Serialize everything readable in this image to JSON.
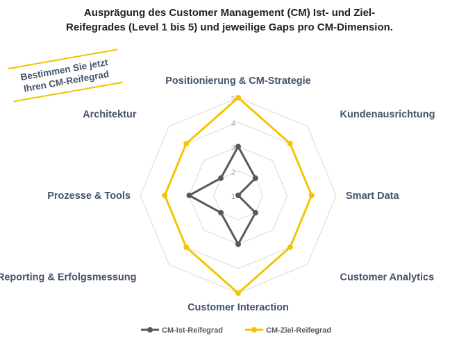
{
  "chart_data": {
    "type": "radar",
    "title": "Ausprägung des Customer Management (CM) Ist- und Ziel-Reifegrades (Level 1 bis 5) und jeweilige Gaps pro CM-Dimension.",
    "title_lines": [
      "Ausprägung des Customer Management (CM) Ist- und Ziel-",
      "Reifegrades (Level 1 bis 5) und jeweilige Gaps pro CM-Dimension."
    ],
    "categories": [
      "Positionierung & CM-Strategie",
      "Kundenausrichtung",
      "Smart Data",
      "Customer Analytics",
      "Customer Interaction",
      "Reporting & Erfolgsmessung",
      "Prozesse & Tools",
      "Architektur"
    ],
    "series": [
      {
        "name": "CM-Ist-Reifegrad",
        "color": "#595959",
        "values": [
          3,
          2,
          1,
          2,
          3,
          2,
          3,
          2
        ]
      },
      {
        "name": "CM-Ziel-Reifegrad",
        "color": "#f5c400",
        "values": [
          5,
          4,
          4,
          4,
          5,
          4,
          4,
          4
        ]
      }
    ],
    "rlim": [
      1,
      5
    ],
    "ticks": [
      "1",
      "2",
      "3",
      "4",
      "5"
    ],
    "legend": "bottom"
  },
  "cta": {
    "line1": "Bestimmen Sie jetzt",
    "line2": "Ihren CM-Reifegrad"
  }
}
